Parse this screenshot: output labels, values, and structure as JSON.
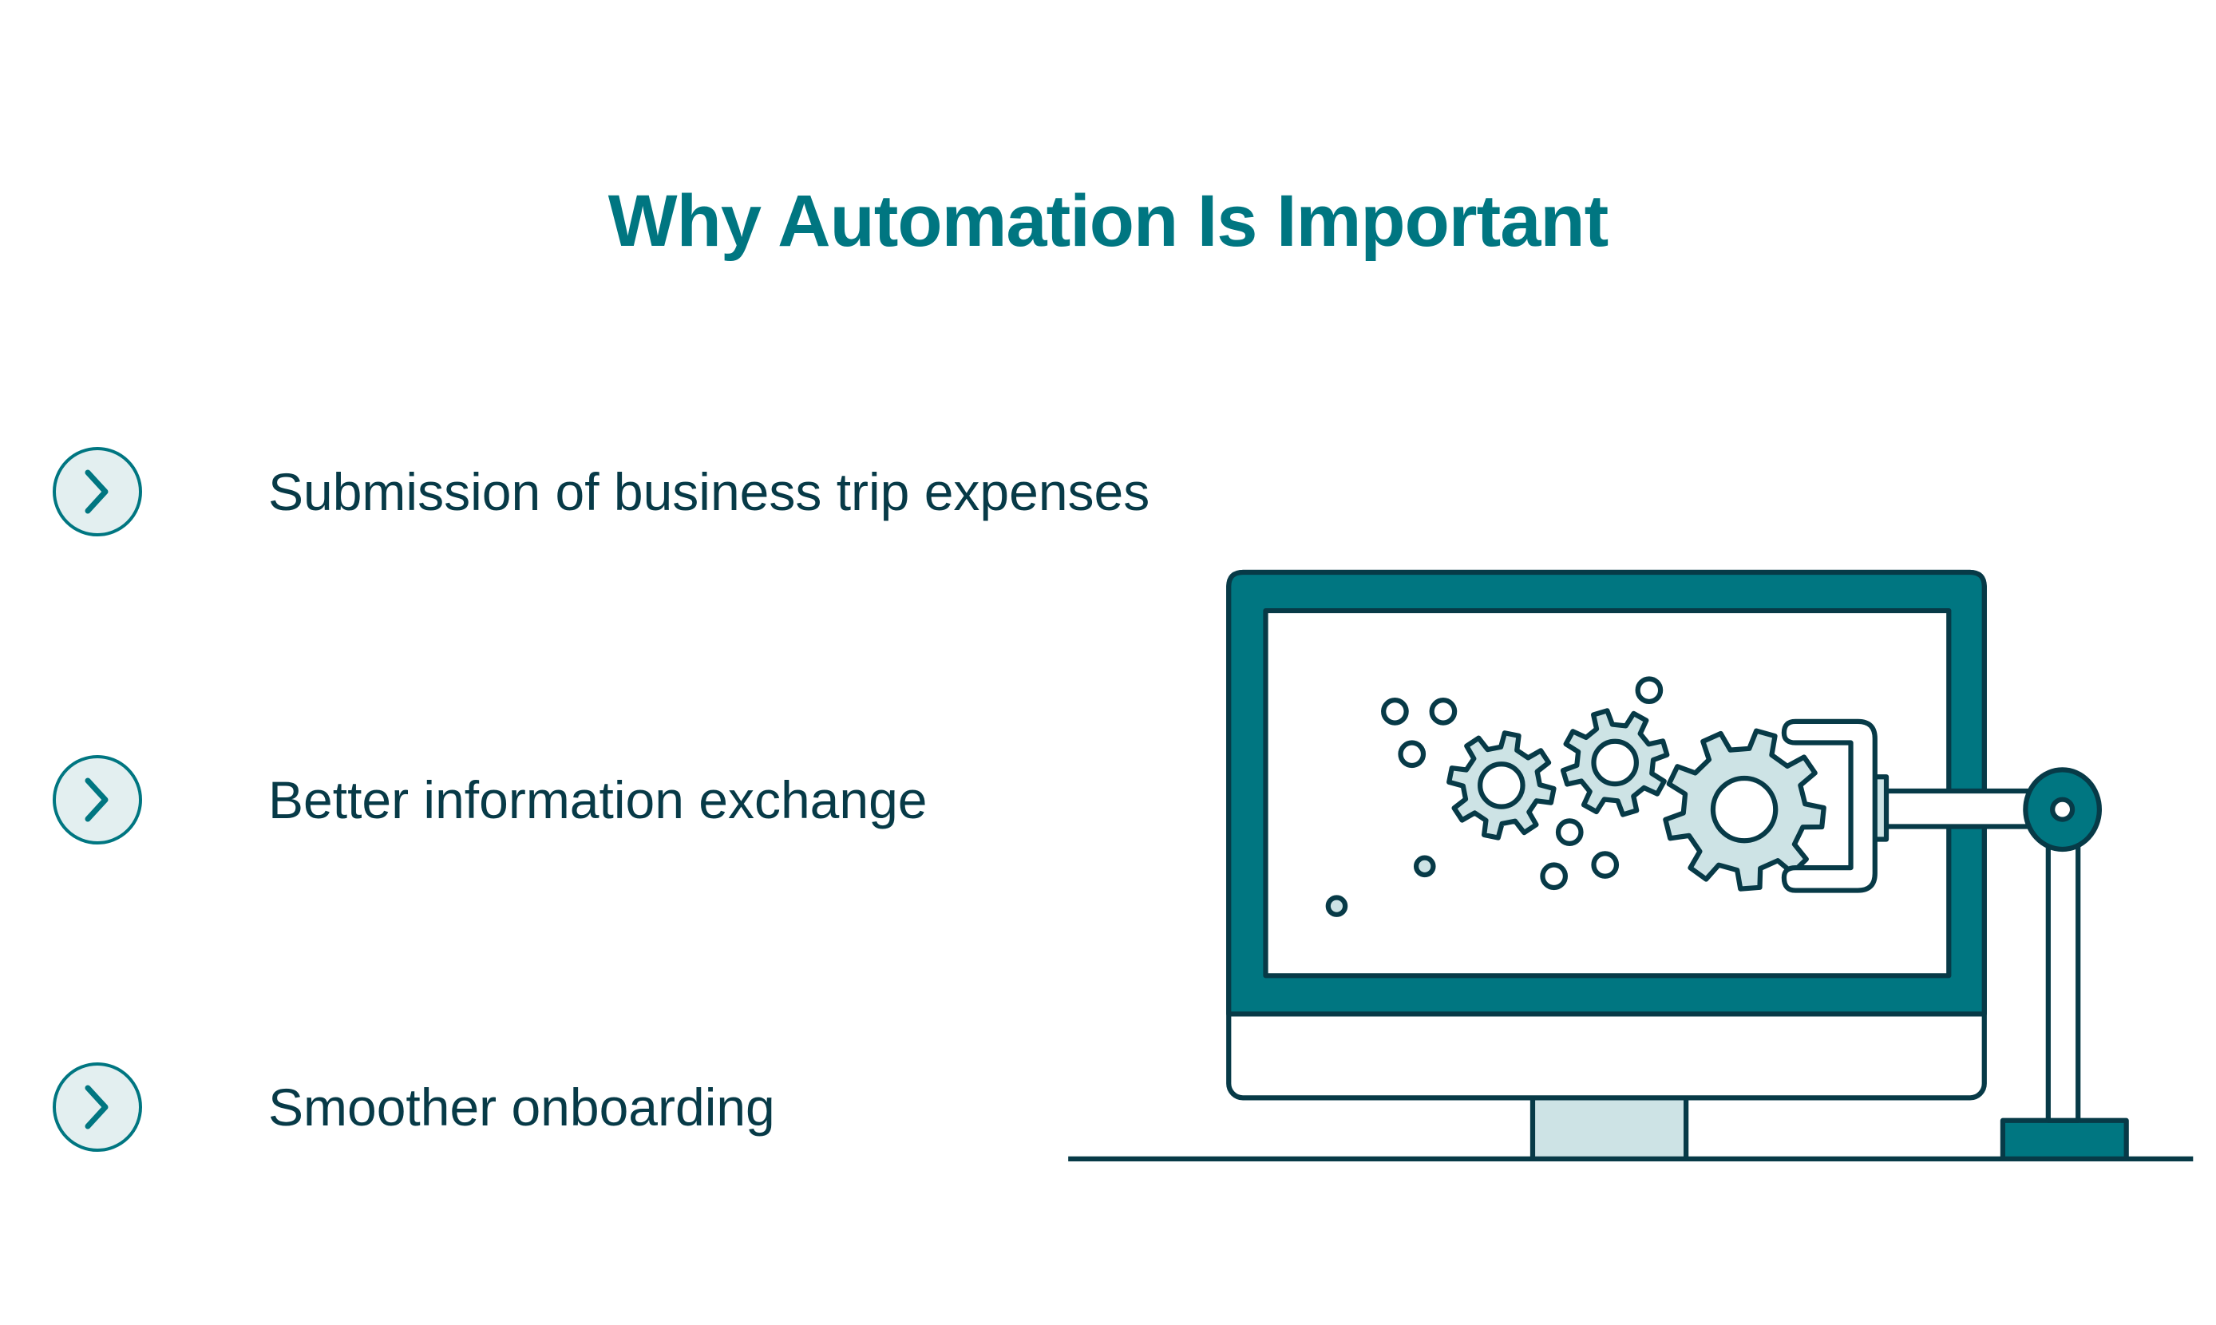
{
  "title": "Why Automation Is Important",
  "items": [
    {
      "label": "Submission of business trip expenses",
      "icon": "chevron-right-icon"
    },
    {
      "label": "Better information exchange",
      "icon": "chevron-right-icon"
    },
    {
      "label": "Smoother onboarding",
      "icon": "chevron-right-icon"
    }
  ],
  "colors": {
    "teal": "#007681",
    "dark": "#073a47",
    "light": "#cde3e5",
    "circle_fill": "#e3eff0"
  }
}
